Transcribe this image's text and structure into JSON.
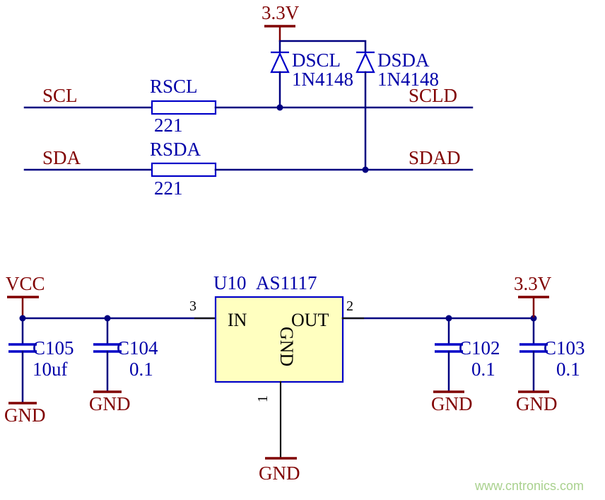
{
  "page": {
    "watermark": "www.cntronics.com"
  },
  "colors": {
    "wire_blue": "#000080",
    "component_blue": "#0000C8",
    "label_blue": "#0000A8",
    "net_maroon": "#800000",
    "ic_fill_yellow": "#FFFFC0",
    "watermark_green": "#A9D18E",
    "background": "#FFFFFF"
  },
  "i2c_clamp_circuit": {
    "power_net": "3.3V",
    "diodes": [
      {
        "designator": "DSCL",
        "part_number": "1N4148"
      },
      {
        "designator": "DSDA",
        "part_number": "1N4148"
      }
    ],
    "channels": [
      {
        "input_net": "SCL",
        "resistor": "RSCL",
        "value": "221",
        "output_net": "SCLD"
      },
      {
        "input_net": "SDA",
        "resistor": "RSDA",
        "value": "221",
        "output_net": "SDAD"
      }
    ]
  },
  "regulator_circuit": {
    "designator": "U10",
    "part_number": "AS1117",
    "pins": {
      "in": {
        "number": "3",
        "name": "IN"
      },
      "out": {
        "number": "2",
        "name": "OUT"
      },
      "gnd": {
        "number": "1",
        "name": "GND"
      }
    },
    "input_net": "VCC",
    "output_net": "3.3V",
    "ground_net": "GND",
    "capacitors": [
      {
        "designator": "C105",
        "value": "10uf"
      },
      {
        "designator": "C104",
        "value": "0.1"
      },
      {
        "designator": "C102",
        "value": "0.1"
      },
      {
        "designator": "C103",
        "value": "0.1"
      }
    ]
  }
}
